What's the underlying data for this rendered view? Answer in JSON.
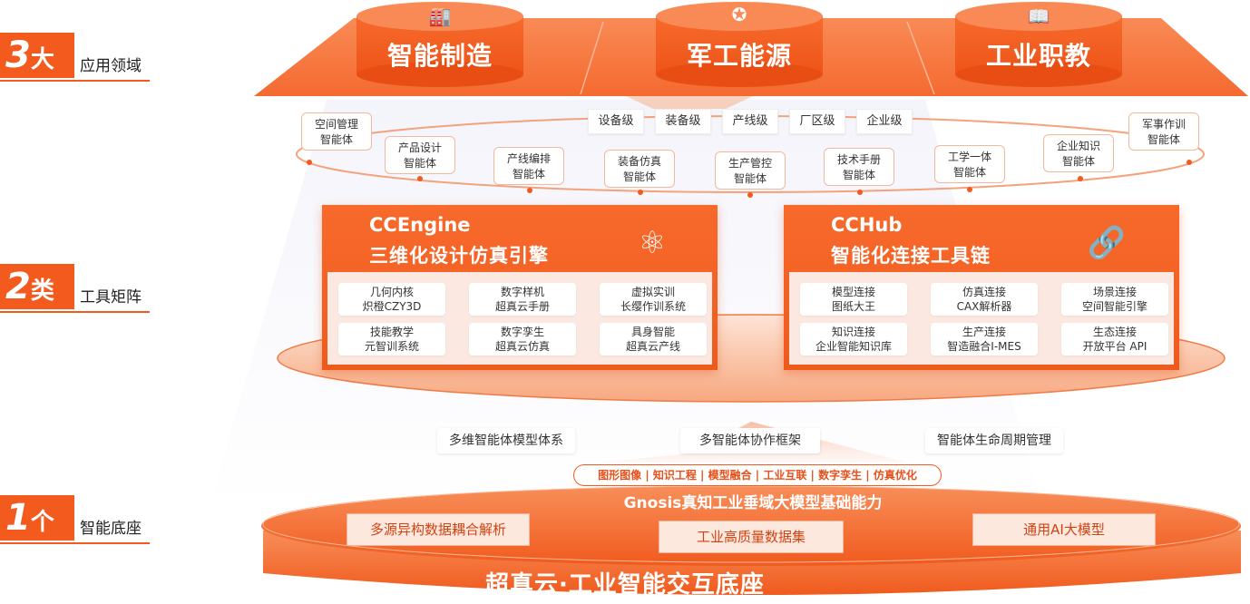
{
  "left_labels": [
    {
      "num": "3",
      "unit": "大",
      "text": "应用领域"
    },
    {
      "num": "2",
      "unit": "类",
      "text": "工具矩阵"
    },
    {
      "num": "1",
      "unit": "个",
      "text": "智能底座"
    }
  ],
  "domains": [
    {
      "title": "智能制造",
      "icon": "factory-icon",
      "glyph": "🏭"
    },
    {
      "title": "军工能源",
      "icon": "emblem-icon",
      "glyph": "✪"
    },
    {
      "title": "工业职教",
      "icon": "book-icon",
      "glyph": "📖"
    }
  ],
  "levels": [
    "设备级",
    "装备级",
    "产线级",
    "厂区级",
    "企业级"
  ],
  "agents": [
    {
      "l1": "空间管理",
      "l2": "智能体"
    },
    {
      "l1": "产品设计",
      "l2": "智能体"
    },
    {
      "l1": "产线编排",
      "l2": "智能体"
    },
    {
      "l1": "装备仿真",
      "l2": "智能体"
    },
    {
      "l1": "生产管控",
      "l2": "智能体"
    },
    {
      "l1": "技术手册",
      "l2": "智能体"
    },
    {
      "l1": "工学一体",
      "l2": "智能体"
    },
    {
      "l1": "企业知识",
      "l2": "智能体"
    },
    {
      "l1": "军事作训",
      "l2": "智能体"
    }
  ],
  "engines": [
    {
      "name": "CCEngine",
      "subtitle": "三维化设计仿真引擎",
      "icon": "atom-icon",
      "glyph": "⚛",
      "cells": [
        {
          "l1": "几何内核",
          "l2": "炽橙CZY3D"
        },
        {
          "l1": "数字样机",
          "l2": "超真云手册"
        },
        {
          "l1": "虚拟实训",
          "l2": "长缨作训系统"
        },
        {
          "l1": "技能教学",
          "l2": "元智训系统"
        },
        {
          "l1": "数字孪生",
          "l2": "超真云仿真"
        },
        {
          "l1": "具身智能",
          "l2": "超真云产线"
        }
      ]
    },
    {
      "name": "CCHub",
      "subtitle": "智能化连接工具链",
      "icon": "link-icon",
      "glyph": "🔗",
      "cells": [
        {
          "l1": "模型连接",
          "l2": "图纸大王"
        },
        {
          "l1": "仿真连接",
          "l2": "CAX解析器"
        },
        {
          "l1": "场景连接",
          "l2": "空间智能引擎"
        },
        {
          "l1": "知识连接",
          "l2": "企业智能知识库"
        },
        {
          "l1": "生产连接",
          "l2": "智造融合I-MES"
        },
        {
          "l1": "生态连接",
          "l2": "开放平台 API"
        }
      ]
    }
  ],
  "frameworks": [
    "多维智能体模型体系",
    "多智能体协作框架",
    "智能体生命周期管理"
  ],
  "capabilities": "图形图像 | 知识工程 | 模型融合 | 工业互联 | 数字孪生 | 仿真优化",
  "model_title": "Gnosis真知工业垂域大模型基础能力",
  "base_items": [
    "多源异构数据耦合解析",
    "工业高质量数据集",
    "通用AI大模型"
  ],
  "base_title": "超真云·工业智能交互底座",
  "colors": {
    "accent": "#f25a1e",
    "light": "#fde8de"
  }
}
